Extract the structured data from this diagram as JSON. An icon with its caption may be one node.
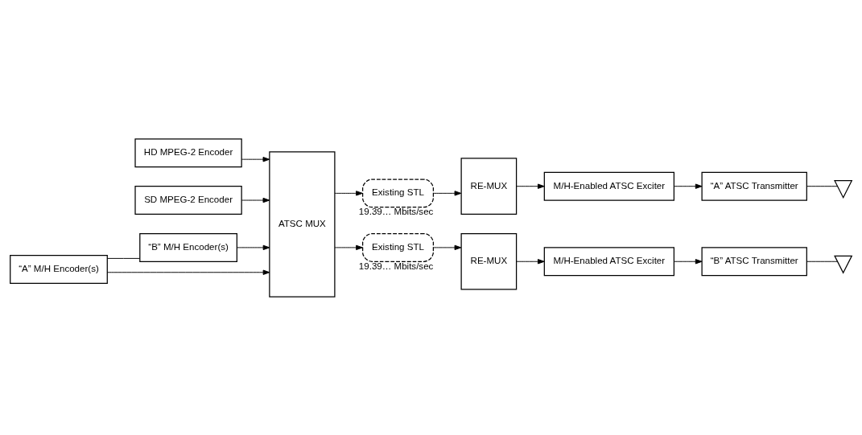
{
  "diagram": {
    "nodes": [
      {
        "text": [
          "HD MPEG-2 Encoder"
        ]
      },
      {
        "text": [
          "SD MPEG-2 Encoder"
        ]
      },
      {
        "text": [
          "“A” M/H Encoder(s)"
        ]
      },
      {
        "text": [
          "“B” M/H Encoder(s)"
        ]
      },
      {
        "text": [
          "ATSC MUX"
        ]
      },
      {
        "text": [
          "Existing STL"
        ],
        "beside": [
          "19.39… Mbits/sec"
        ]
      },
      {
        "text": [
          "RE-MUX"
        ]
      },
      {
        "text": [
          "M/H-Enabled ATSC Exciter"
        ]
      },
      {
        "text": [
          "“A” ATSC Transmitter"
        ]
      },
      {
        "text": [],
        "shape": "antenna"
      },
      {
        "text": [
          "Existing STL"
        ],
        "beside": [
          "19.39… Mbits/sec"
        ]
      },
      {
        "text": [
          "RE-MUX"
        ]
      },
      {
        "text": [
          "M/H-Enabled ATSC Exciter"
        ]
      },
      {
        "text": [
          "“B” ATSC Transmitter"
        ]
      },
      {
        "text": [],
        "shape": "antenna"
      }
    ],
    "edges": [
      {
        "from": 0,
        "to": 4,
        "arrow": "to"
      },
      {
        "from": 1,
        "to": 4,
        "arrow": "to"
      },
      {
        "from": 2,
        "to": 4,
        "arrow": "to"
      },
      {
        "from": 3,
        "to": 4,
        "arrow": "to"
      },
      {
        "from": 2,
        "to": 3,
        "arrow": "none"
      },
      {
        "from": 4,
        "to": 5,
        "arrow": "to"
      },
      {
        "from": 4,
        "to": 10,
        "arrow": "to"
      },
      {
        "from": 5,
        "to": 6,
        "arrow": "to"
      },
      {
        "from": 6,
        "to": 7,
        "arrow": "to"
      },
      {
        "from": 7,
        "to": 8,
        "arrow": "to"
      },
      {
        "from": 8,
        "to": 9,
        "arrow": "none"
      },
      {
        "from": 10,
        "to": 11,
        "arrow": "to"
      },
      {
        "from": 11,
        "to": 12,
        "arrow": "to"
      },
      {
        "from": 12,
        "to": 13,
        "arrow": "to"
      },
      {
        "from": 13,
        "to": 14,
        "arrow": "none"
      }
    ]
  }
}
